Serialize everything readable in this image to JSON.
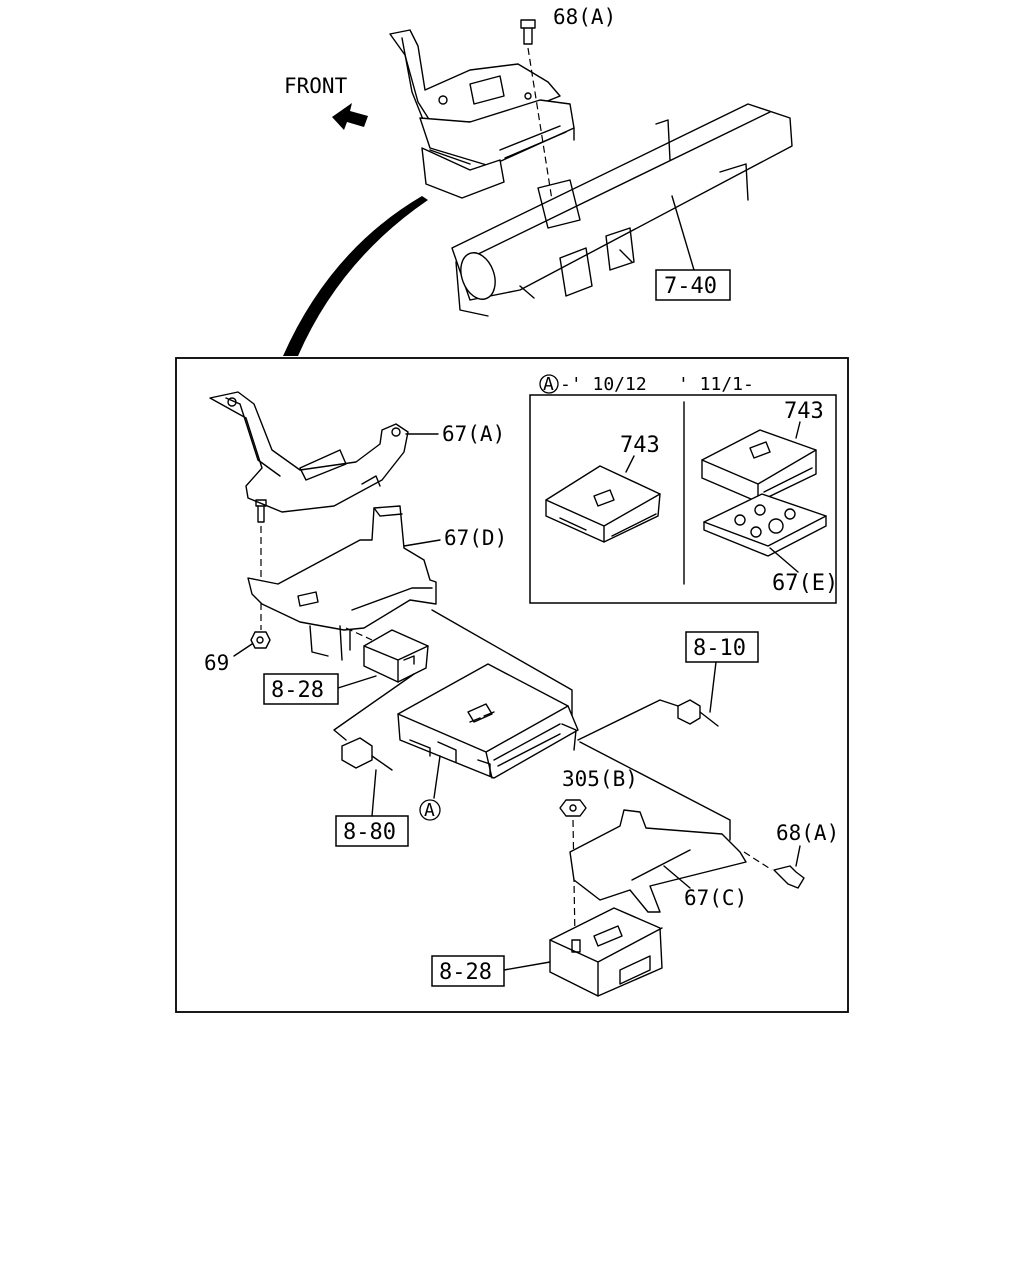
{
  "labels": {
    "front": "FRONT",
    "bolt_top": "68(A)",
    "ref_7_40": "7-40",
    "bracket_a": "67(A)",
    "bracket_d": "67(D)",
    "nut_69": "69",
    "ref_8_28_upper": "8-28",
    "ref_8_10": "8-10",
    "nut_305b": "305(B)",
    "bolt_right": "68(A)",
    "marker_a": "A",
    "ref_8_80": "8-80",
    "bracket_c": "67(C)",
    "ref_8_28_lower": "8-28"
  },
  "inset": {
    "left_marker": "A",
    "left_range": "-' 10/12",
    "right_range": "' 11/1-",
    "left_part": "743",
    "right_part": "743",
    "right_bracket": "67(E)"
  }
}
